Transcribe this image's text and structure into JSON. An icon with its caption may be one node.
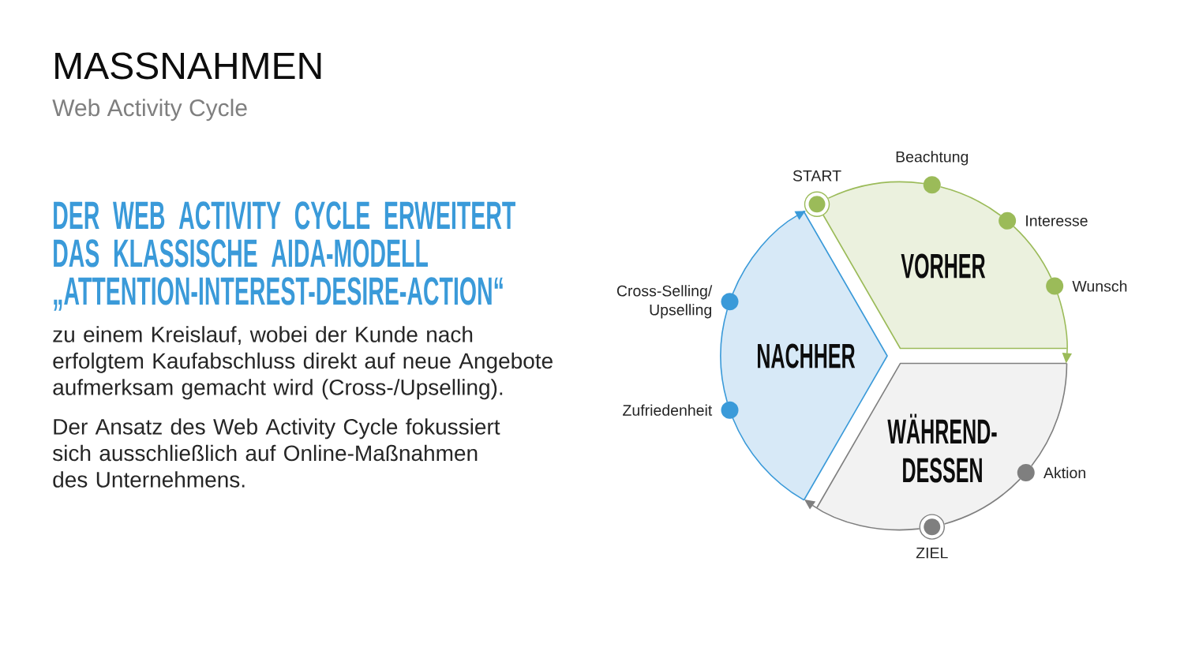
{
  "diagram": {
    "title": "MASSNAHMEN",
    "nodes": [
      {
        "text": [
          "VORHER"
        ]
      },
      {
        "text": [
          "NACHHER"
        ]
      },
      {
        "text": [
          "WÄHREND- DESSEN"
        ]
      },
      {
        "text": [],
        "shape": "circle"
      },
      {
        "text": [],
        "shape": "circle"
      },
      {
        "text": [],
        "shape": "circle"
      },
      {
        "text": [],
        "shape": "circle"
      },
      {
        "text": [],
        "shape": "circle"
      },
      {
        "text": [],
        "shape": "circle"
      },
      {
        "text": [],
        "shape": "circle"
      },
      {
        "text": [],
        "shape": "circle"
      }
    ],
    "edges": [
      {
        "from": 3,
        "to": 4,
        "arrow": "none",
        "color": "#9bbb59"
      },
      {
        "from": 4,
        "to": 5,
        "arrow": "none",
        "color": "#9bbb59"
      },
      {
        "from": 5,
        "to": 6,
        "arrow": "none",
        "color": "#9bbb59"
      },
      {
        "from": 6,
        "to": 2,
        "arrow": "to",
        "color": "#9bbb59"
      },
      {
        "from": 2,
        "to": 9,
        "arrow": "none",
        "color": "#7f7f7f"
      },
      {
        "from": 9,
        "to": 10,
        "arrow": "none",
        "color": "#7f7f7f"
      },
      {
        "from": 10,
        "to": 1,
        "arrow": "to",
        "color": "#7f7f7f"
      },
      {
        "from": 1,
        "to": 8,
        "arrow": "none",
        "color": "#3a9ad9"
      },
      {
        "from": 8,
        "to": 7,
        "arrow": "none",
        "color": "#3a9ad9"
      },
      {
        "from": 7,
        "to": 3,
        "arrow": "to",
        "color": "#3a9ad9"
      }
    ],
    "labels": [
      "Web Activity Cycle",
      "DER WEB ACTIVITY CYCLE ERWEITERT DAS KLASSISCHE AIDA-MODELL „ATTENTION-INTEREST-DESIRE-ACTION“",
      "zu einem Kreislauf, wobei der Kunde nach erfolgtem Kaufabschluss direkt auf neue Angebote aufmerksam gemacht wird (Cross-/Upselling).",
      "Der Ansatz des Web Activity Cycle fokussiert sich ausschließlich auf Online-Maßnahmen des Unternehmens.",
      "Beachtung",
      "START",
      "Interesse",
      "Wunsch",
      "Cross-Selling/ Upselling",
      "Zufriedenheit",
      "Aktion",
      "ZIEL"
    ]
  }
}
